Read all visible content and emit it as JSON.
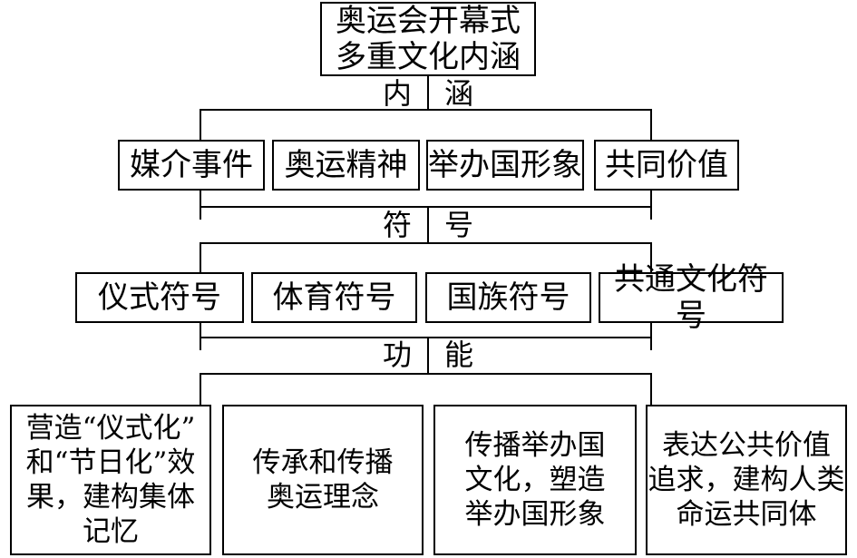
{
  "title": {
    "line1": "奥运会开幕式",
    "line2": "多重文化内涵"
  },
  "sections": {
    "connotation": {
      "left": "内",
      "right": "涵"
    },
    "symbol": {
      "left": "符",
      "right": "号"
    },
    "function": {
      "left": "功",
      "right": "能"
    }
  },
  "connotations": [
    "媒介事件",
    "奥运精神",
    "举办国形象",
    "共同价值"
  ],
  "symbols": [
    "仪式符号",
    "体育符号",
    "国族符号",
    "共通文化符号"
  ],
  "functions": [
    "营造“仪式化”\n和“节日化”效\n果，建构集体\n记忆",
    "传承和传播\n奥运理念",
    "传播举办国\n文化，塑造\n举办国形象",
    "表达公共价值\n追求，建构人类\n命运共同体"
  ]
}
